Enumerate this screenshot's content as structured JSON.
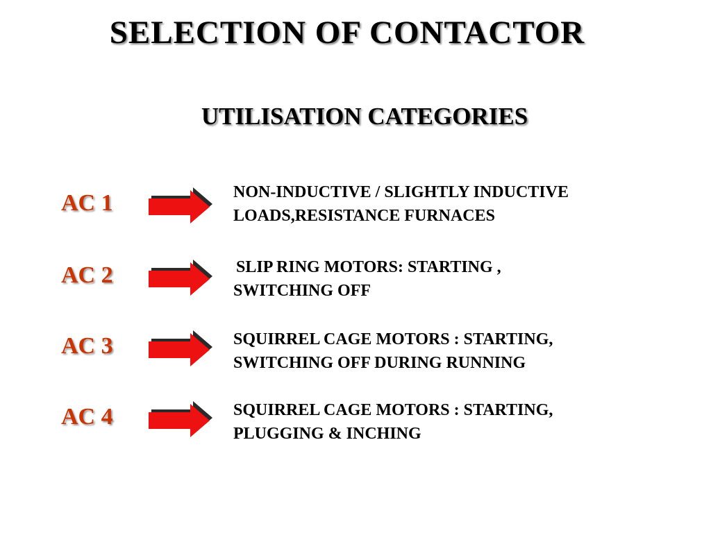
{
  "slide": {
    "title": "SELECTION  OF  CONTACTOR",
    "subtitle": "UTILISATION  CATEGORIES"
  },
  "colors": {
    "code_text": "#cc3300",
    "arrow_fill": "#ee1111",
    "arrow_shadow": "#2a2a2a",
    "body_text": "#000000"
  },
  "categories": [
    {
      "code": "AC 1",
      "arrow_icon": "right-arrow-icon",
      "line1": "NON-INDUCTIVE / SLIGHTLY INDUCTIVE",
      "line2": "LOADS,RESISTANCE FURNACES"
    },
    {
      "code": "AC 2",
      "arrow_icon": "right-arrow-icon",
      "line1": "SLIP RING MOTORS: STARTING ,",
      "line2": "SWITCHING OFF"
    },
    {
      "code": "AC 3",
      "arrow_icon": "right-arrow-icon",
      "line1": "SQUIRREL  CAGE MOTORS : STARTING,",
      "line2": "SWITCHING OFF DURING RUNNING"
    },
    {
      "code": "AC 4",
      "arrow_icon": "right-arrow-icon",
      "line1": "SQUIRREL CAGE MOTORS : STARTING,",
      "line2": "PLUGGING & INCHING"
    }
  ]
}
